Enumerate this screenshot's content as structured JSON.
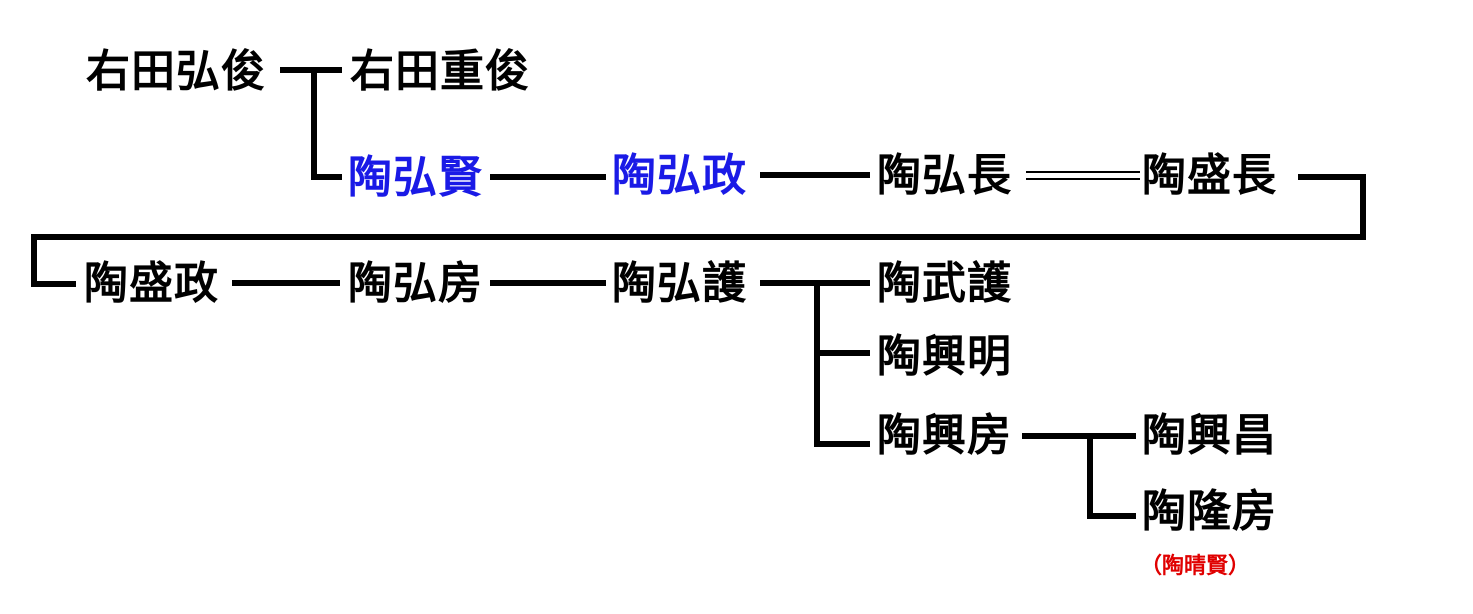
{
  "colors": {
    "text": "#000000",
    "highlight": "#1a1ae6",
    "alias": "#e00000",
    "line": "#000000"
  },
  "persons": {
    "migita_hirotoshi": "右田弘俊",
    "migita_shigetoshi": "右田重俊",
    "sue_hirokata": "陶弘賢",
    "sue_hiromasa": "陶弘政",
    "sue_hironaga": "陶弘長",
    "sue_morinaga": "陶盛長",
    "sue_morimasa": "陶盛政",
    "sue_hirofusa": "陶弘房",
    "sue_hiromori": "陶弘護",
    "sue_takemori": "陶武護",
    "sue_okiaki": "陶興明",
    "sue_okifusa": "陶興房",
    "sue_okimasa": "陶興昌",
    "sue_takafusa": "陶隆房"
  },
  "annotations": {
    "sue_takafusa_alias": "（陶晴賢）"
  }
}
